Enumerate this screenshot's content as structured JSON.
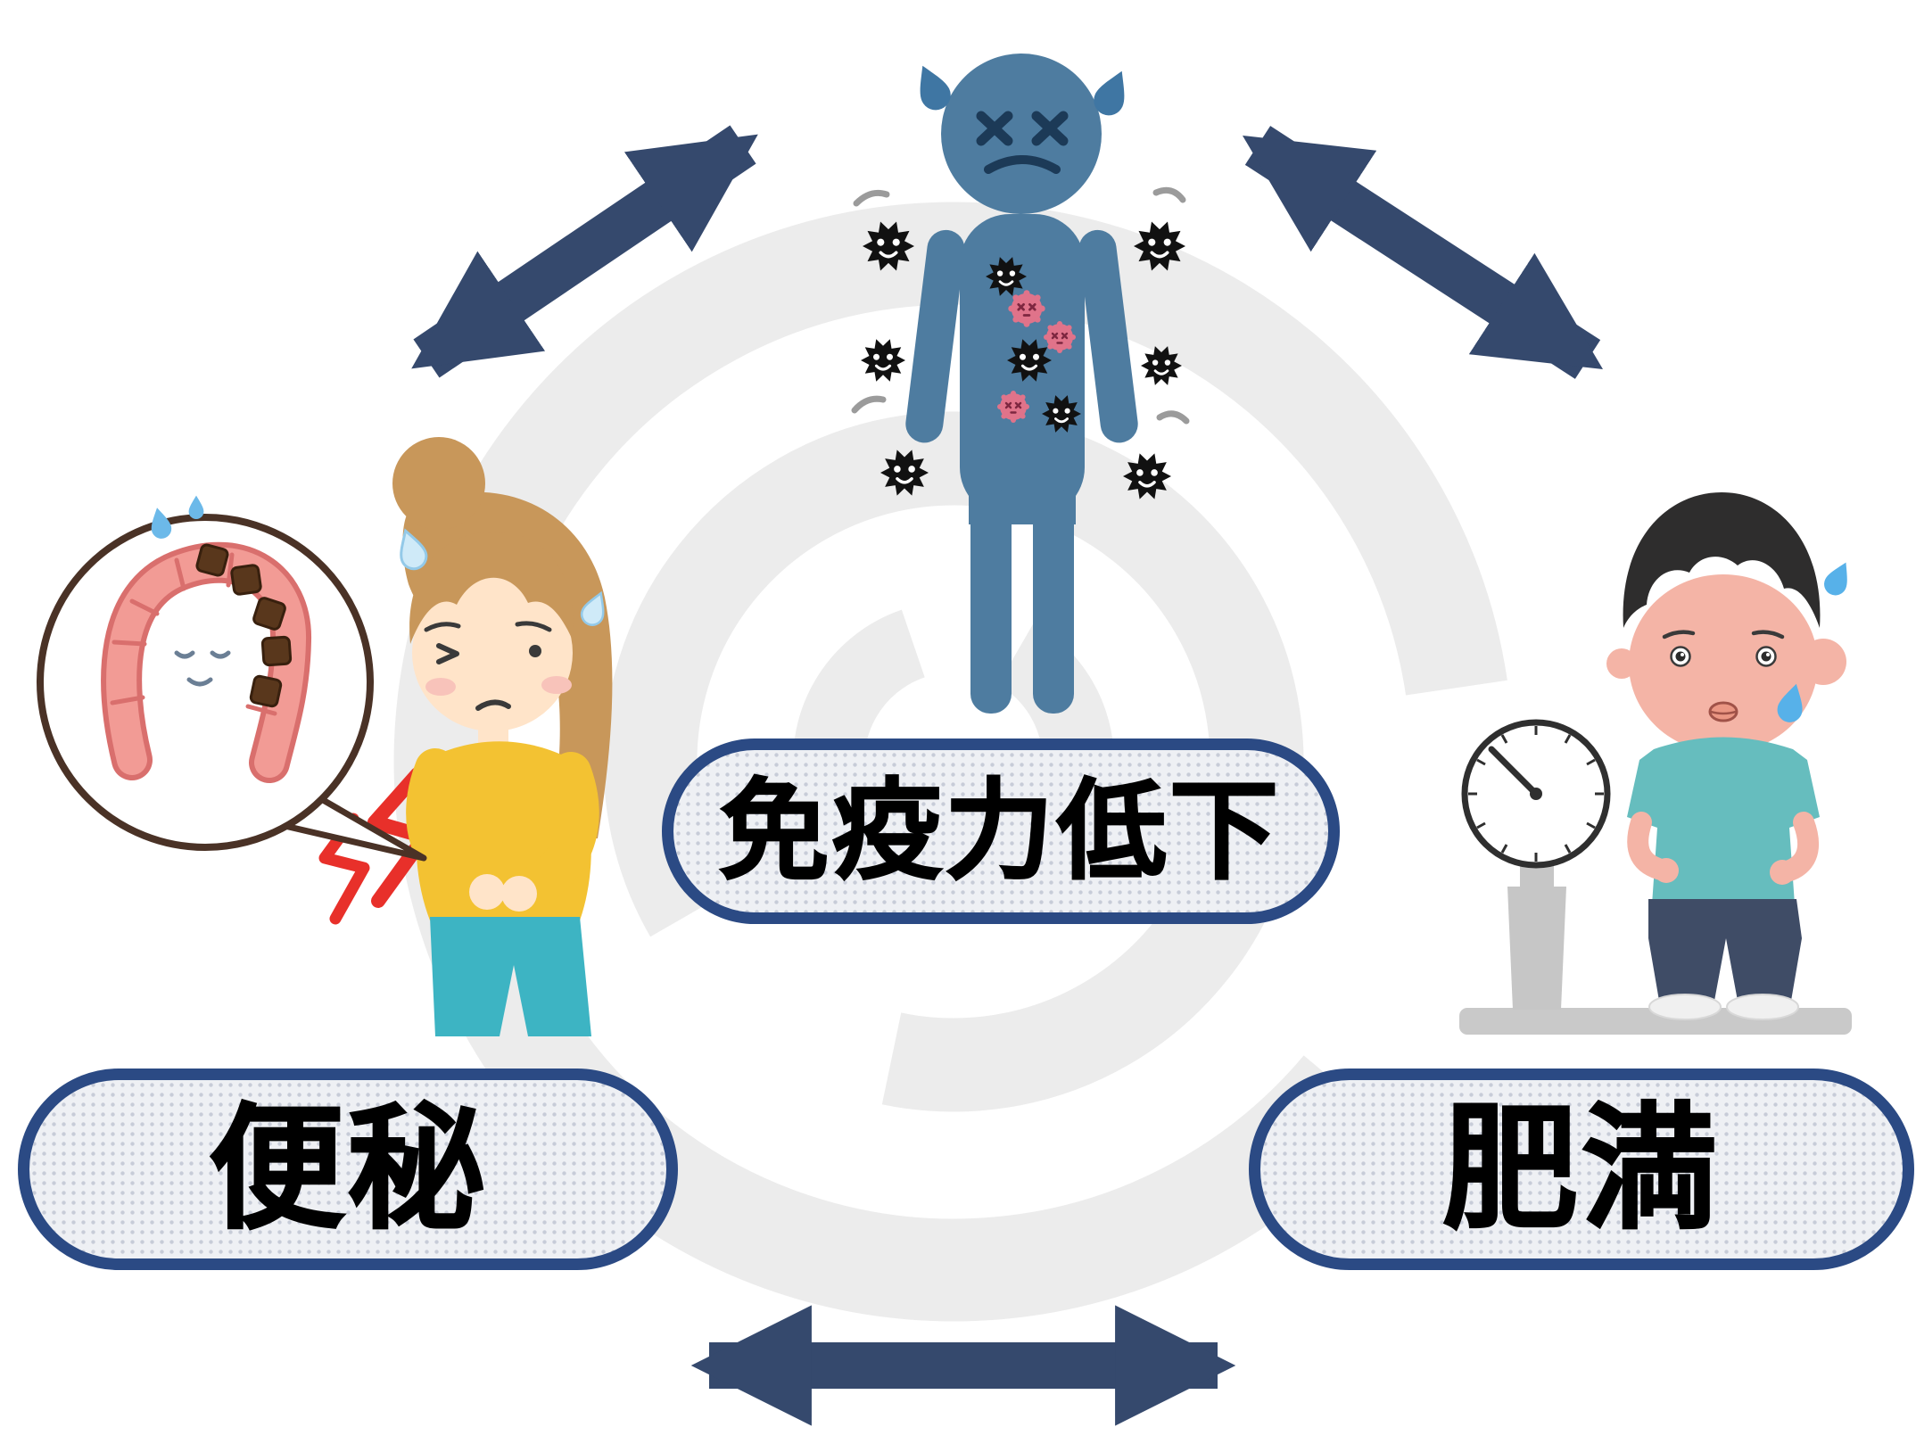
{
  "diagram": {
    "type": "cycle",
    "center_label": "免疫力低下",
    "left_label": "便秘",
    "right_label": "肥満",
    "relations": {
      "bidirectional": true,
      "edges": [
        [
          "便秘",
          "免疫力低下"
        ],
        [
          "免疫力低下",
          "肥満"
        ],
        [
          "便秘",
          "肥満"
        ]
      ]
    },
    "illustrations": {
      "center": "sick-person-with-germs",
      "left": "woman-with-stomach-ache-and-blocked-intestine-speech-bubble",
      "right": "overweight-boy-on-weight-scale"
    },
    "colors": {
      "arrow": "#35496d",
      "pill_border": "#2b4a84",
      "pill_background": "#eef0f4",
      "pill_dot": "#c7ccd8",
      "label_text": "#000000",
      "background_ring": "#ececec",
      "sick_figure_blue": "#4e7ca0",
      "germ_black": "#111111",
      "virus_pink": "#e0738a",
      "hair_brown": "#c8975a",
      "sweater_yellow": "#f3c232",
      "pants_teal": "#3db4c3",
      "pain_red": "#e8302a",
      "bubble_border_brown": "#4a3226",
      "intestine_pink": "#f29b95",
      "blockage_brown": "#59371c",
      "boy_shirt_teal": "#66bdbe",
      "boy_pants_navy": "#3f4c66",
      "scale_gray": "#c6c6c6",
      "sweat_blue": "#57b1e9"
    }
  }
}
